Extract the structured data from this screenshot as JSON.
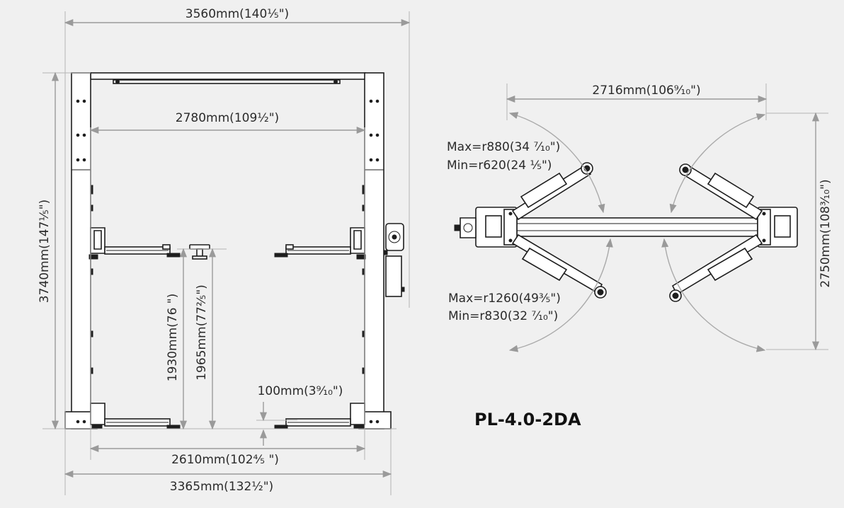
{
  "front_view": {
    "overall_width": "3560mm(140⅕\")",
    "inner_width": "2780mm(109½\")",
    "overall_height": "3740mm(147⅕\")",
    "max_lift_height": "1930mm(76 \")",
    "max_lift_height_adapter": "1965mm(77⅖\")",
    "pad_height": "100mm(3⁹⁄₁₀\")",
    "drive_through": "2610mm(102⅘ \")",
    "base_width": "3365mm(132½\")"
  },
  "top_view": {
    "arm_spread": "2716mm(106⁹⁄₁₀\")",
    "short_arm_max": "Max=r880(34 ⁷⁄₁₀\")",
    "short_arm_min": "Min=r620(24 ⅕\")",
    "long_arm_max": "Max=r1260(49⅗\")",
    "long_arm_min": "Min=r830(32 ⁷⁄₁₀\")",
    "overall_depth": "2750mm(108³⁄₁₀\")"
  },
  "model_name": "PL-4.0-2DA",
  "colors": {
    "background": "#f0f0f0",
    "line": "#1e1e1e",
    "dimension": "#9a9a9a"
  }
}
